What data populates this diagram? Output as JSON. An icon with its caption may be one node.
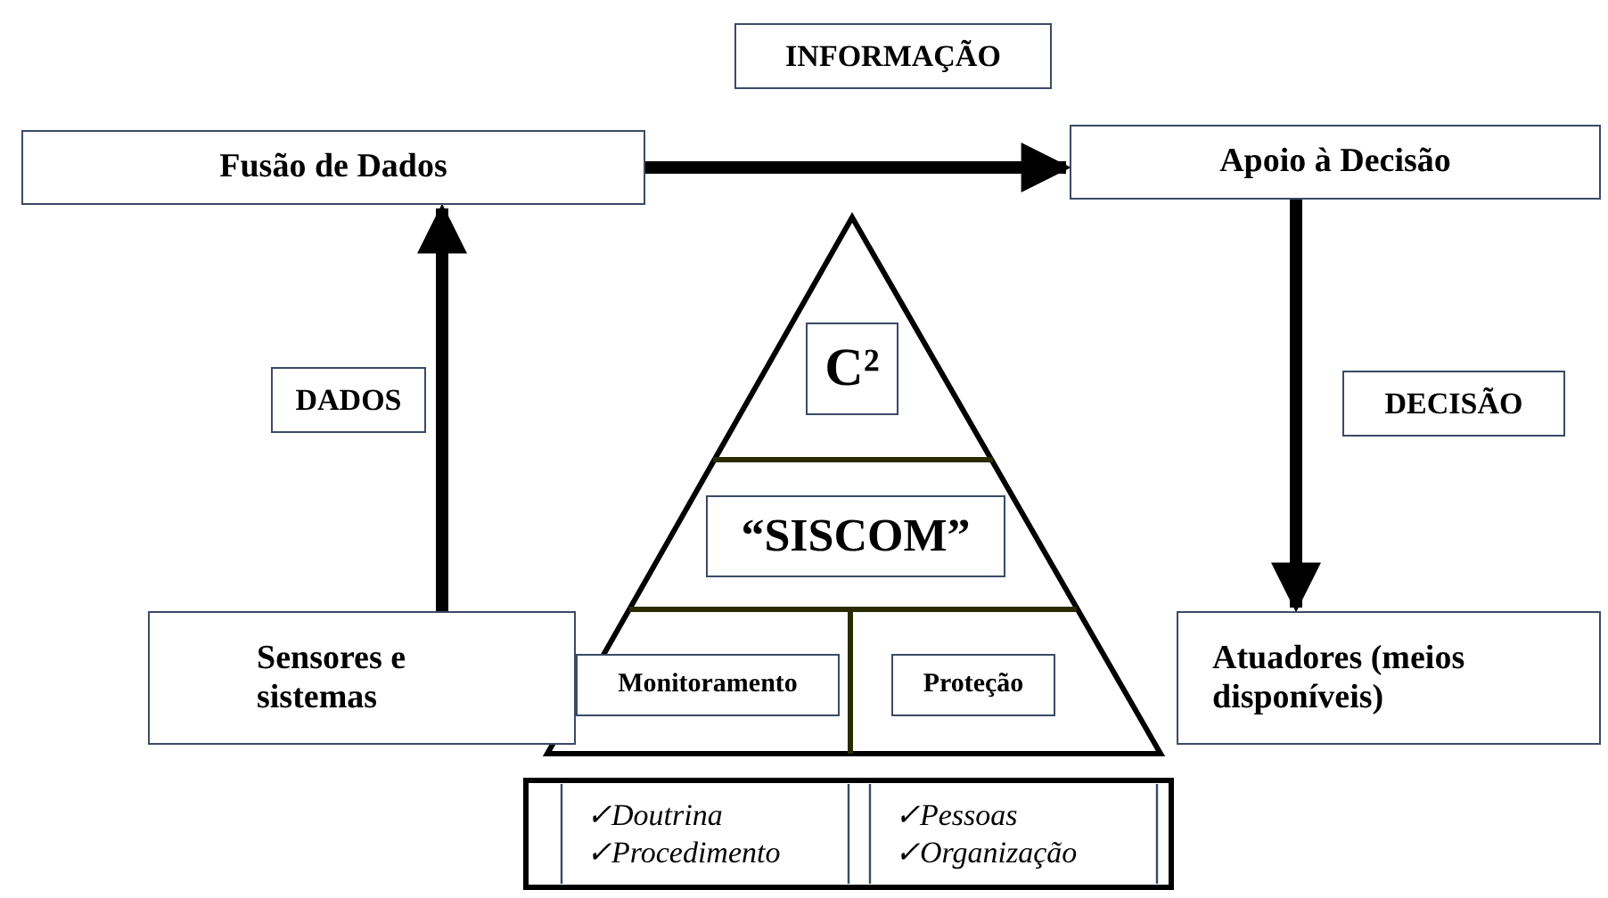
{
  "diagram": {
    "nodes": [
      {
        "text": [
          "Fusão de Dados"
        ]
      },
      {
        "text": [
          "Apoio à Decisão"
        ]
      },
      {
        "text": [
          "C²"
        ]
      },
      {
        "text": [
          "“SISCOM”"
        ]
      },
      {
        "text": [
          "Sensores e sistemas"
        ]
      },
      {
        "text": [
          "Monitoramento"
        ]
      },
      {
        "text": [
          "Proteção"
        ]
      },
      {
        "text": [
          "Atuadores (meios disponíveis)"
        ]
      },
      {
        "text": [
          "✓Doutrina",
          "✓Procedimento"
        ]
      },
      {
        "text": [
          "✓Pessoas",
          "✓Organização"
        ]
      }
    ],
    "edges": [
      {
        "from": 0,
        "to": 1,
        "arrow": "to",
        "label": "INFORMAÇÃO"
      },
      {
        "from": 4,
        "to": 0,
        "arrow": "to",
        "label": "DADOS"
      },
      {
        "from": 1,
        "to": 7,
        "arrow": "to",
        "label": "DECISÃO"
      }
    ]
  }
}
